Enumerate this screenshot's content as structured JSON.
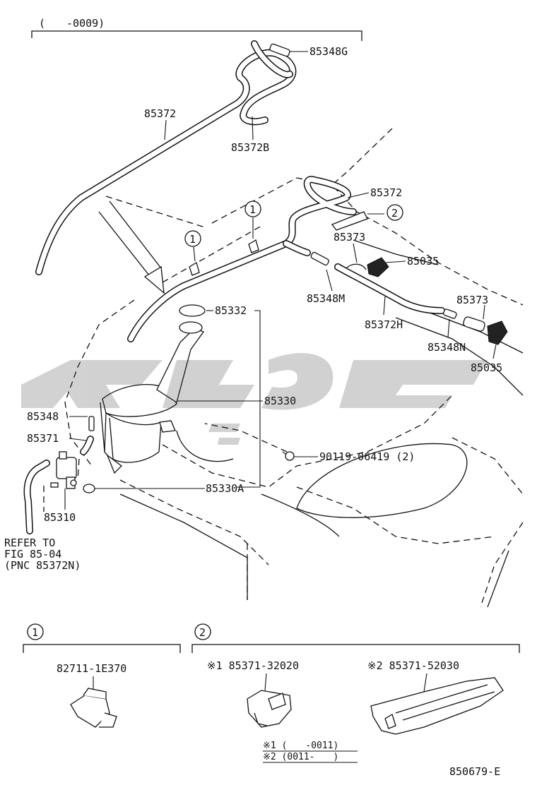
{
  "header": {
    "range_label": "(　　-0009)"
  },
  "callouts": {
    "c_85348G": "85348G",
    "c_85372_top": "85372",
    "c_85372B": "85372B",
    "c_85372_right": "85372",
    "c_85373_a": "85373",
    "c_85035_a": "85035",
    "c_85348M": "85348M",
    "c_85372H": "85372H",
    "c_85373_b": "85373",
    "c_85348N": "85348N",
    "c_85035_b": "85035",
    "c_85332": "85332",
    "c_85330": "85330",
    "c_85348": "85348",
    "c_85371": "85371",
    "c_90119": "90119-06419 (2)",
    "c_85330A": "85330A",
    "c_85310": "85310"
  },
  "circle_markers": {
    "m1": "1",
    "m2": "2"
  },
  "refer_note": {
    "line1": "REFER TO",
    "line2": "FIG 85-04",
    "line3": "(PNC 85372N)"
  },
  "detail_1": {
    "marker": "1",
    "part": "82711-1E370"
  },
  "detail_2": {
    "marker": "2",
    "part_a": "※1  85371-32020",
    "part_b": "※2  85371-52030",
    "note_a": "※1 (　　-0011)",
    "note_b": "※2 (0011-　　)"
  },
  "watermark": {
    "text": "كارلوجو"
  },
  "figure_id": "850679-E"
}
